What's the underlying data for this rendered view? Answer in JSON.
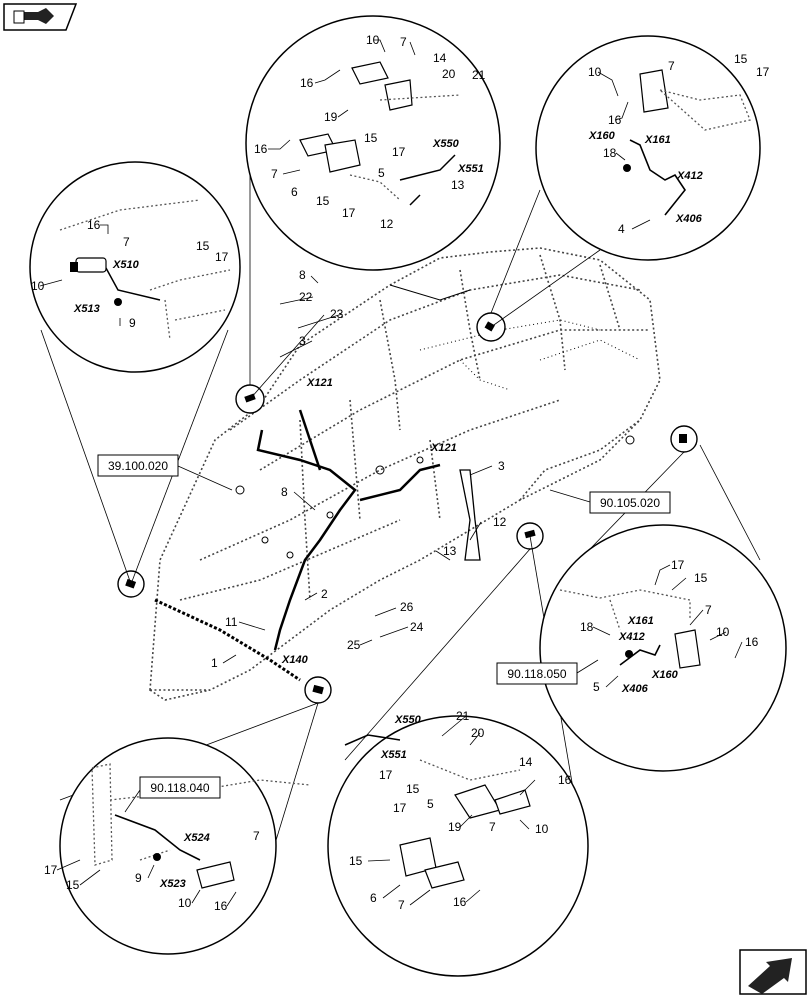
{
  "nav": {
    "top_icon": "book-arrow-icon",
    "bottom_icon": "next-page-arrow-icon"
  },
  "references": {
    "r1": "39.100.020",
    "r2": "90.105.020",
    "r3": "90.118.050",
    "r4": "90.118.040"
  },
  "connectors": {
    "c1": "X510",
    "c2": "X513",
    "c3": "X550",
    "c4": "X551",
    "c5": "X160",
    "c6": "X161",
    "c7": "X412",
    "c8": "X406",
    "c9": "X121",
    "c10": "X121",
    "c11": "X140",
    "c12": "X161",
    "c13": "X412",
    "c14": "X160",
    "c15": "X406",
    "c16": "X550",
    "c17": "X551",
    "c18": "X524",
    "c19": "X523"
  },
  "callouts": {
    "a1": "16",
    "a2": "7",
    "a3": "15",
    "a4": "17",
    "a5": "10",
    "a6": "9",
    "b1": "10",
    "b2": "7",
    "b3": "14",
    "b4": "16",
    "b5": "20",
    "b6": "21",
    "b7": "19",
    "b8": "15",
    "b9": "17",
    "b10": "16",
    "b11": "7",
    "b12": "5",
    "b13": "6",
    "b14": "15",
    "b15": "17",
    "b16": "13",
    "b17": "12",
    "d1": "10",
    "d2": "7",
    "d3": "15",
    "d4": "17",
    "d5": "16",
    "d6": "18",
    "d7": "4",
    "m1": "8",
    "m2": "22",
    "m3": "23",
    "m4": "3",
    "m5": "8",
    "m6": "3",
    "m7": "12",
    "m8": "13",
    "m9": "2",
    "m10": "11",
    "m11": "1",
    "m12": "26",
    "m13": "25",
    "m14": "24",
    "e1": "17",
    "e2": "15",
    "e3": "7",
    "e4": "10",
    "e5": "16",
    "e6": "18",
    "e7": "5",
    "f1": "21",
    "f2": "20",
    "f3": "17",
    "f4": "15",
    "f5": "14",
    "f6": "16",
    "f7": "19",
    "f8": "7",
    "f9": "10",
    "f10": "17",
    "f11": "5",
    "f12": "15",
    "f13": "6",
    "f14": "7",
    "f15": "16",
    "g1": "7",
    "g2": "17",
    "g3": "15",
    "g4": "9",
    "g5": "10",
    "g6": "16"
  }
}
